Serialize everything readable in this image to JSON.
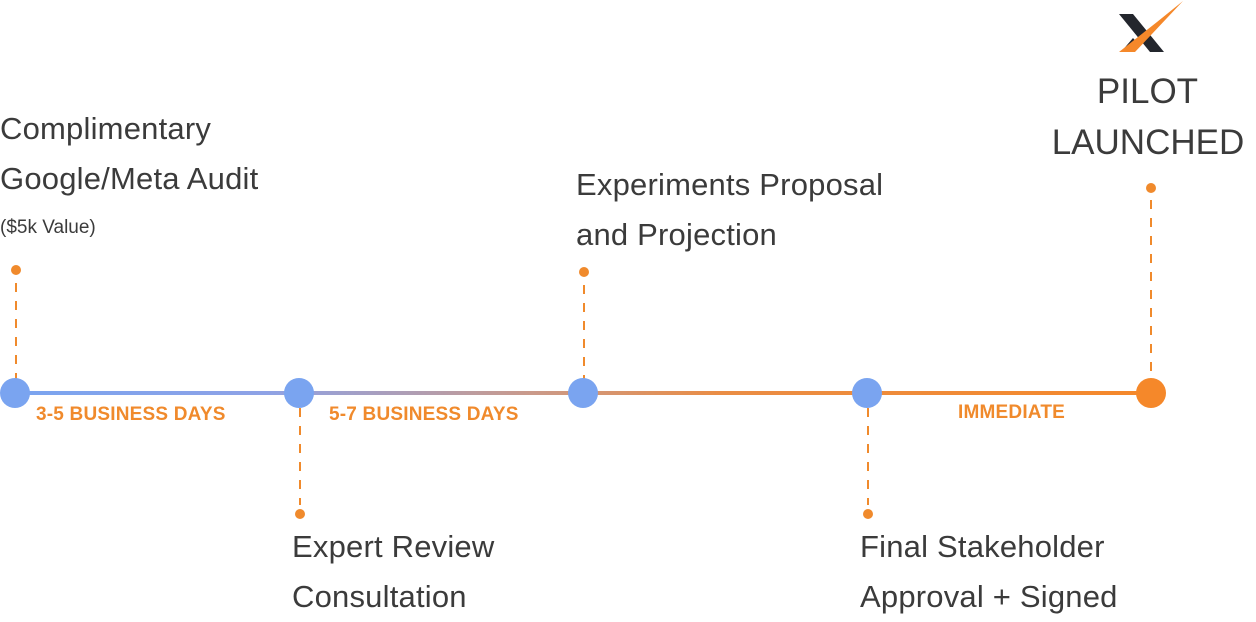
{
  "colors": {
    "accent_orange": "#f08a2c",
    "node_blue": "#7aa4f0",
    "text_dark": "#3b3b3b"
  },
  "milestones": [
    {
      "title_line1": "Complimentary",
      "title_line2": "Google/Meta Audit",
      "note": "($5k Value)"
    },
    {
      "title_line1": "Expert Review",
      "title_line2": "Consultation"
    },
    {
      "title_line1": "Experiments Proposal",
      "title_line2": "and Projection"
    },
    {
      "title_line1": "Final Stakeholder",
      "title_line2": "Approval + Signed"
    },
    {
      "title_line1": "PILOT",
      "title_line2": "LAUNCHED"
    }
  ],
  "durations": [
    {
      "label": "3-5 BUSINESS DAYS"
    },
    {
      "label": "5-7 BUSINESS DAYS"
    },
    {
      "label": "IMMEDIATE"
    }
  ],
  "logo": {
    "icon": "x-brand-logo-icon"
  }
}
